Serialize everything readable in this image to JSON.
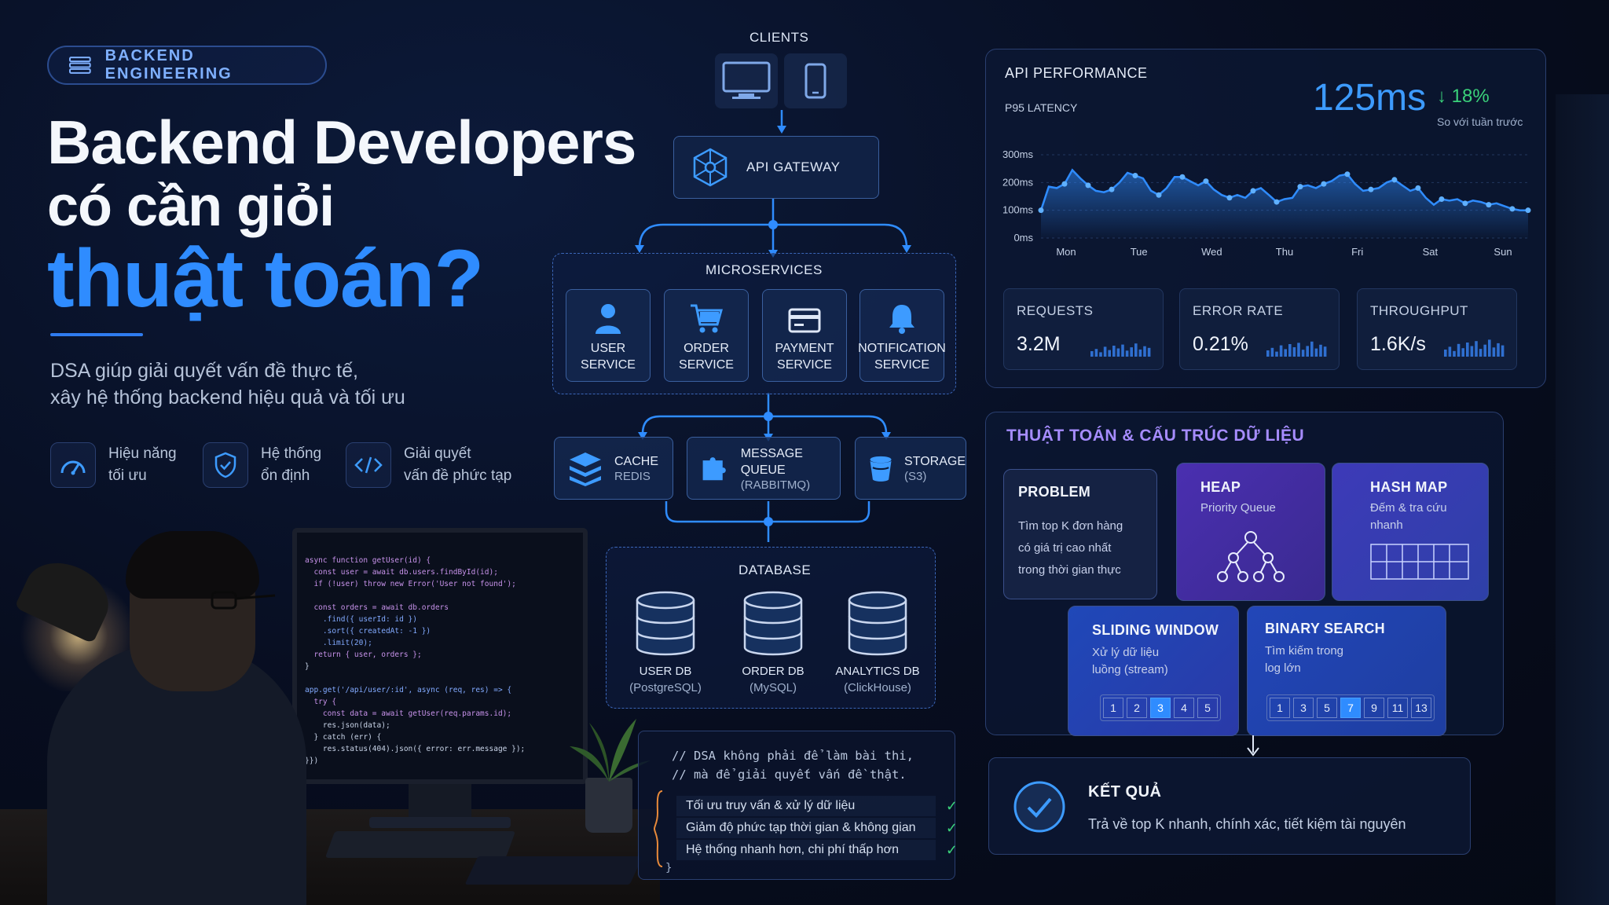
{
  "header": {
    "badge": "BACKEND ENGINEERING",
    "title_line1": "Backend Developers",
    "title_line2": "có cần giỏi",
    "title_line3": "thuật toán?",
    "subtitle_line1": "DSA giúp giải quyết vấn đề thực tế,",
    "subtitle_line2": "xây hệ thống backend hiệu quả và tối ưu"
  },
  "features": [
    {
      "icon": "speedometer-icon",
      "line1": "Hiệu năng",
      "line2": "tối ưu"
    },
    {
      "icon": "shield-check-icon",
      "line1": "Hệ thống",
      "line2": "ổn định"
    },
    {
      "icon": "code-icon",
      "line1": "Giải quyết",
      "line2": "vấn đề phức tạp"
    }
  ],
  "screen_code": [
    "async function getUser(id) {",
    "  const user = await db.users.findById(id);",
    "  if (!user) throw new Error('User not found');",
    "",
    "  const orders = await db.orders",
    "    .find({ userId: id })",
    "    .sort({ createdAt: -1 })",
    "    .limit(20);",
    "  return { user, orders };",
    "}",
    "",
    "app.get('/api/user/:id', async (req, res) => {",
    "  try {",
    "    const data = await getUser(req.params.id);",
    "    res.json(data);",
    "  } catch (err) {",
    "    res.status(404).json({ error: err.message });",
    "}})"
  ],
  "architecture": {
    "clients_label": "CLIENTS",
    "gateway_label": "API GATEWAY",
    "microservices_label": "MICROSERVICES",
    "services": [
      {
        "icon": "user-icon",
        "line1": "USER",
        "line2": "SERVICE"
      },
      {
        "icon": "cart-icon",
        "line1": "ORDER",
        "line2": "SERVICE"
      },
      {
        "icon": "credit-card-icon",
        "line1": "PAYMENT",
        "line2": "SERVICE"
      },
      {
        "icon": "bell-icon",
        "line1": "NOTIFICATION",
        "line2": "SERVICE"
      }
    ],
    "infra": [
      {
        "icon": "stack-icon",
        "title": "CACHE",
        "sub": "REDIS"
      },
      {
        "icon": "puzzle-icon",
        "title": "MESSAGE QUEUE",
        "sub": "(RABBITMQ)"
      },
      {
        "icon": "bucket-icon",
        "title": "STORAGE",
        "sub": "(S3)"
      }
    ],
    "database_label": "DATABASE",
    "databases": [
      {
        "name": "USER DB",
        "sub": "(PostgreSQL)"
      },
      {
        "name": "ORDER DB",
        "sub": "(MySQL)"
      },
      {
        "name": "ANALYTICS DB",
        "sub": "(ClickHouse)"
      }
    ]
  },
  "code_card": {
    "comment1": "// DSA không phải để làm bài thi,",
    "comment2": "// mà để giải quyết vấn đề thật.",
    "items": [
      "Tối ưu truy vấn & xử lý dữ liệu",
      "Giảm độ phức tạp thời gian & không gian",
      "Hệ thống nhanh hơn, chi phí thấp hơn"
    ]
  },
  "performance": {
    "title": "API PERFORMANCE",
    "subtitle": "P95 LATENCY",
    "value": "125ms",
    "delta": "↓ 18%",
    "delta_note": "So với tuần trước",
    "metrics": [
      {
        "label": "REQUESTS",
        "value": "3.2M"
      },
      {
        "label": "ERROR RATE",
        "value": "0.21%"
      },
      {
        "label": "THROUGHPUT",
        "value": "1.6K/s"
      }
    ],
    "accent": "#3d9bff",
    "good": "#3ad17a"
  },
  "chart_data": {
    "type": "area",
    "ylabel": "",
    "xlabel": "",
    "ylim": [
      0,
      300
    ],
    "yticks": [
      "0ms",
      "100ms",
      "200ms",
      "300ms"
    ],
    "yticks_values": [
      0,
      100,
      200,
      300
    ],
    "categories": [
      "Mon",
      "Tue",
      "Wed",
      "Thu",
      "Fri",
      "Sat",
      "Sun"
    ],
    "x": [
      0,
      0.33,
      0.67,
      1,
      1.33,
      1.67,
      2,
      2.33,
      2.67,
      3,
      3.33,
      3.67,
      4,
      4.33,
      4.67,
      5,
      5.33,
      5.67,
      6,
      6.33,
      6.67,
      7,
      7.33,
      7.67,
      8,
      8.33,
      8.67,
      9,
      9.33,
      9.67,
      10,
      10.33,
      10.67,
      11,
      11.33,
      11.67,
      12,
      12.33,
      12.67,
      13,
      13.33,
      13.67,
      14,
      14.33,
      14.67,
      15,
      15.33,
      15.67,
      16,
      16.33,
      16.67,
      17,
      17.33,
      17.67,
      18,
      18.33,
      18.67,
      19,
      19.33,
      19.67,
      20,
      20.33,
      20.67
    ],
    "values": [
      100,
      185,
      180,
      195,
      245,
      215,
      190,
      170,
      165,
      175,
      200,
      235,
      225,
      215,
      170,
      155,
      180,
      220,
      220,
      205,
      190,
      205,
      175,
      155,
      145,
      155,
      145,
      170,
      180,
      155,
      130,
      140,
      145,
      185,
      190,
      180,
      195,
      205,
      225,
      230,
      195,
      170,
      175,
      180,
      200,
      210,
      190,
      170,
      180,
      145,
      120,
      140,
      135,
      140,
      125,
      135,
      130,
      120,
      125,
      115,
      105,
      100,
      100
    ],
    "grid": true,
    "color": "#2f8cff"
  },
  "dsa": {
    "title": "THUẬT TOÁN & CẤU TRÚC DỮ LIỆU",
    "problem_title": "PROBLEM",
    "problem_lines": [
      "Tìm top K đơn hàng",
      "có giá trị cao nhất",
      "trong thời gian thực"
    ],
    "heap_title": "HEAP",
    "heap_sub": "Priority Queue",
    "hashmap_title": "HASH MAP",
    "hashmap_sub1": "Đếm & tra cứu",
    "hashmap_sub2": "nhanh",
    "sliding_title": "SLIDING WINDOW",
    "sliding_sub1": "Xử lý dữ liệu",
    "sliding_sub2": "luồng (stream)",
    "sliding_cells": [
      "1",
      "2",
      "3",
      "4",
      "5"
    ],
    "sliding_highlight": 2,
    "binary_title": "BINARY SEARCH",
    "binary_sub1": "Tìm kiếm trong",
    "binary_sub2": "log lớn",
    "binary_cells": [
      "1",
      "3",
      "5",
      "7",
      "9",
      "11",
      "13"
    ],
    "binary_highlight": 3
  },
  "result": {
    "title": "KẾT QUẢ",
    "text": "Trả về top K nhanh, chính xác, tiết kiệm tài nguyên"
  }
}
